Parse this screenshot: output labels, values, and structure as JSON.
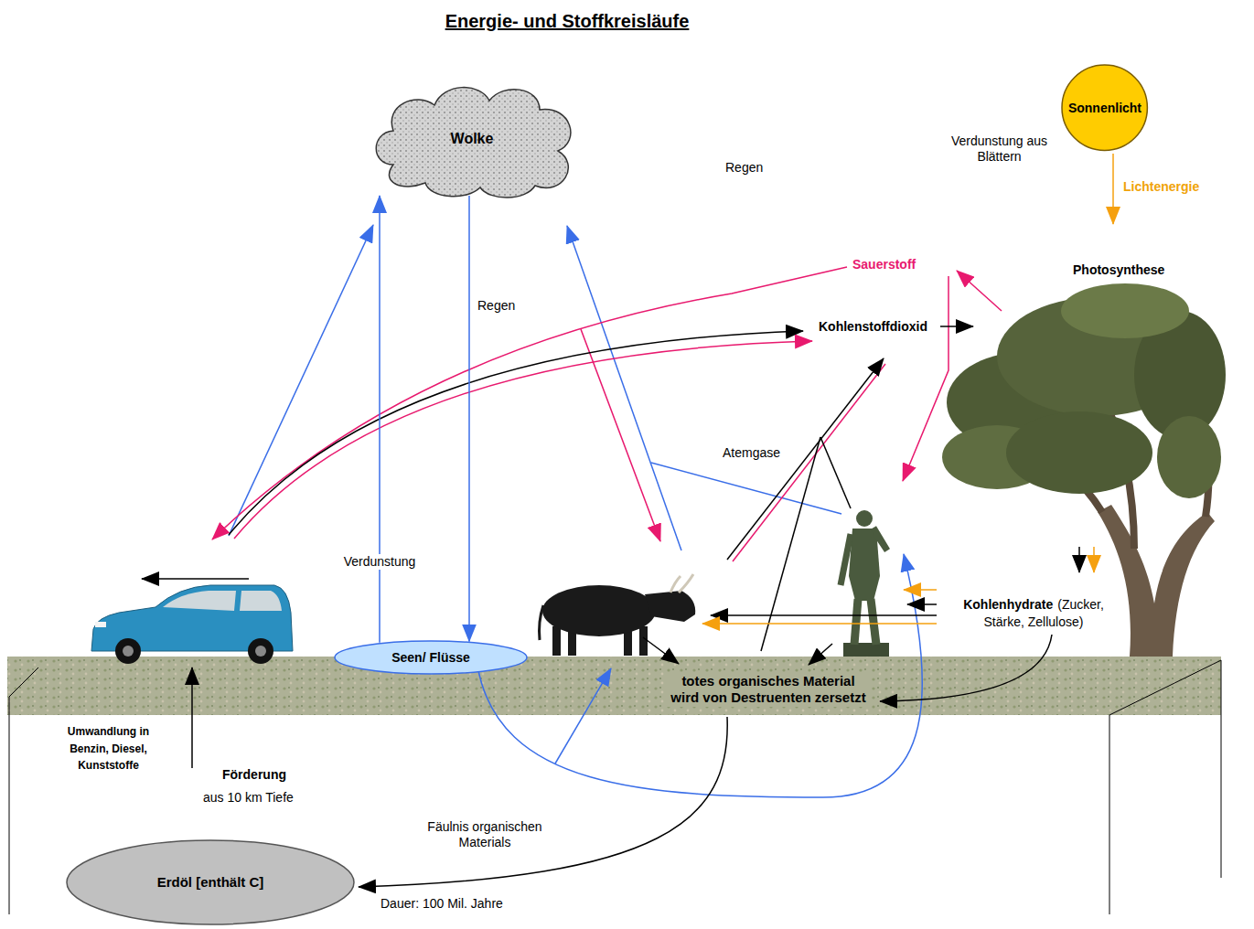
{
  "diagram": {
    "title": "Energie- und Stoffkreisläufe",
    "nodes": [
      {
        "text": [
          "Wolke"
        ]
      },
      {
        "text": [
          "Sonnenlicht"
        ]
      },
      {
        "text": [
          "Seen/ Flüsse"
        ]
      },
      {
        "text": [
          "Erdöl [enthält C]"
        ]
      }
    ],
    "edges": [
      {
        "from": 2,
        "to": 0,
        "arrow": "to",
        "label": "Verdunstung"
      },
      {
        "from": 0,
        "to": 2,
        "arrow": "to",
        "label": "Regen"
      }
    ],
    "labels": [
      "Regen",
      "Verdunstung aus Blättern",
      "Lichtenergie",
      "Photosynthese",
      "Sauerstoff",
      "Kohlenstoffdioxid",
      "Atemgase",
      "Kohlenhydrate",
      "(Zucker, Stärke, Zellulose)",
      "totes organisches Material wird von Destruenten zersetzt",
      "Umwandlung in Benzin, Diesel, Kunststoffe",
      "Förderung",
      "aus 10 km Tiefe",
      "Fäulnis organischen Materials",
      "Dauer: 100 Mil. Jahre"
    ]
  }
}
